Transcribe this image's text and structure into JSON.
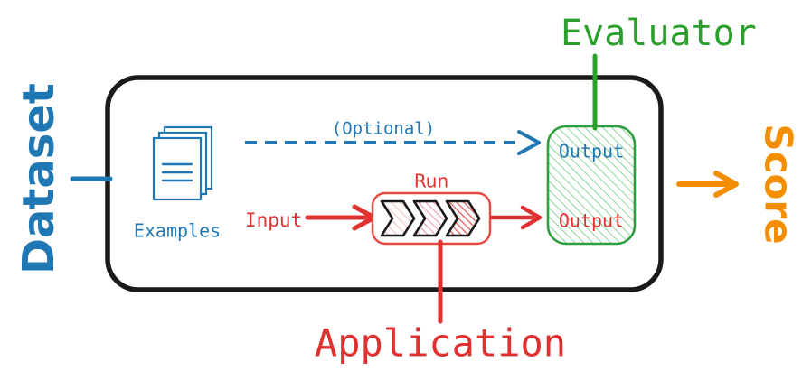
{
  "diagram": {
    "title": "Evaluation pipeline diagram",
    "colors": {
      "blue": "#1f77b4",
      "red": "#e03131",
      "red_bright": "#ee2b2b",
      "green": "#2ca02c",
      "green_dark": "#2e9e3e",
      "orange": "#f28e00",
      "black": "#1a1a1a",
      "hatch_green": "#3faa4f",
      "hatch_red_light": "#f0a0a0",
      "hatch_red_dark": "#e04040"
    },
    "outer_container": {
      "name": "pipeline-container",
      "shape": "rounded-rectangle",
      "stroke": "#1a1a1a"
    },
    "labels": {
      "dataset": "Dataset",
      "evaluator": "Evaluator",
      "application": "Application",
      "score": "Score",
      "examples": "Examples",
      "optional": "(Optional)",
      "input": "Input",
      "run": "Run",
      "output_blue": "Output",
      "output_red": "Output"
    },
    "nodes": [
      {
        "id": "examples",
        "label": "Examples",
        "icon": "stacked-documents-icon",
        "color": "#1f77b4"
      },
      {
        "id": "run",
        "label": "Run",
        "icon": "chevron-pipeline-icon",
        "color": "#e03131"
      },
      {
        "id": "evaluator-output",
        "label_top": "Output",
        "label_bottom": "Output",
        "color": "#2ca02c"
      }
    ],
    "edges": [
      {
        "id": "dataset-connector",
        "from": "Dataset",
        "to": "pipeline-container",
        "style": "solid",
        "color": "#1f77b4",
        "arrow": false
      },
      {
        "id": "optional-edge",
        "label": "(Optional)",
        "from": "Examples",
        "to": "Output",
        "style": "dashed",
        "color": "#1f77b4",
        "arrow": true
      },
      {
        "id": "input-edge",
        "label": "Input",
        "from": "Input",
        "to": "Run",
        "style": "solid",
        "color": "#e03131",
        "arrow": true
      },
      {
        "id": "run-output-edge",
        "from": "Run",
        "to": "Output",
        "style": "solid",
        "color": "#e03131",
        "arrow": true
      },
      {
        "id": "evaluator-connector",
        "from": "Evaluator",
        "to": "Output",
        "style": "solid",
        "color": "#2ca02c",
        "arrow": false
      },
      {
        "id": "application-connector",
        "from": "Application",
        "to": "Run",
        "style": "solid",
        "color": "#e03131",
        "arrow": false
      },
      {
        "id": "score-edge",
        "from": "pipeline-container",
        "to": "Score",
        "style": "solid",
        "color": "#f28e00",
        "arrow": true
      }
    ]
  }
}
